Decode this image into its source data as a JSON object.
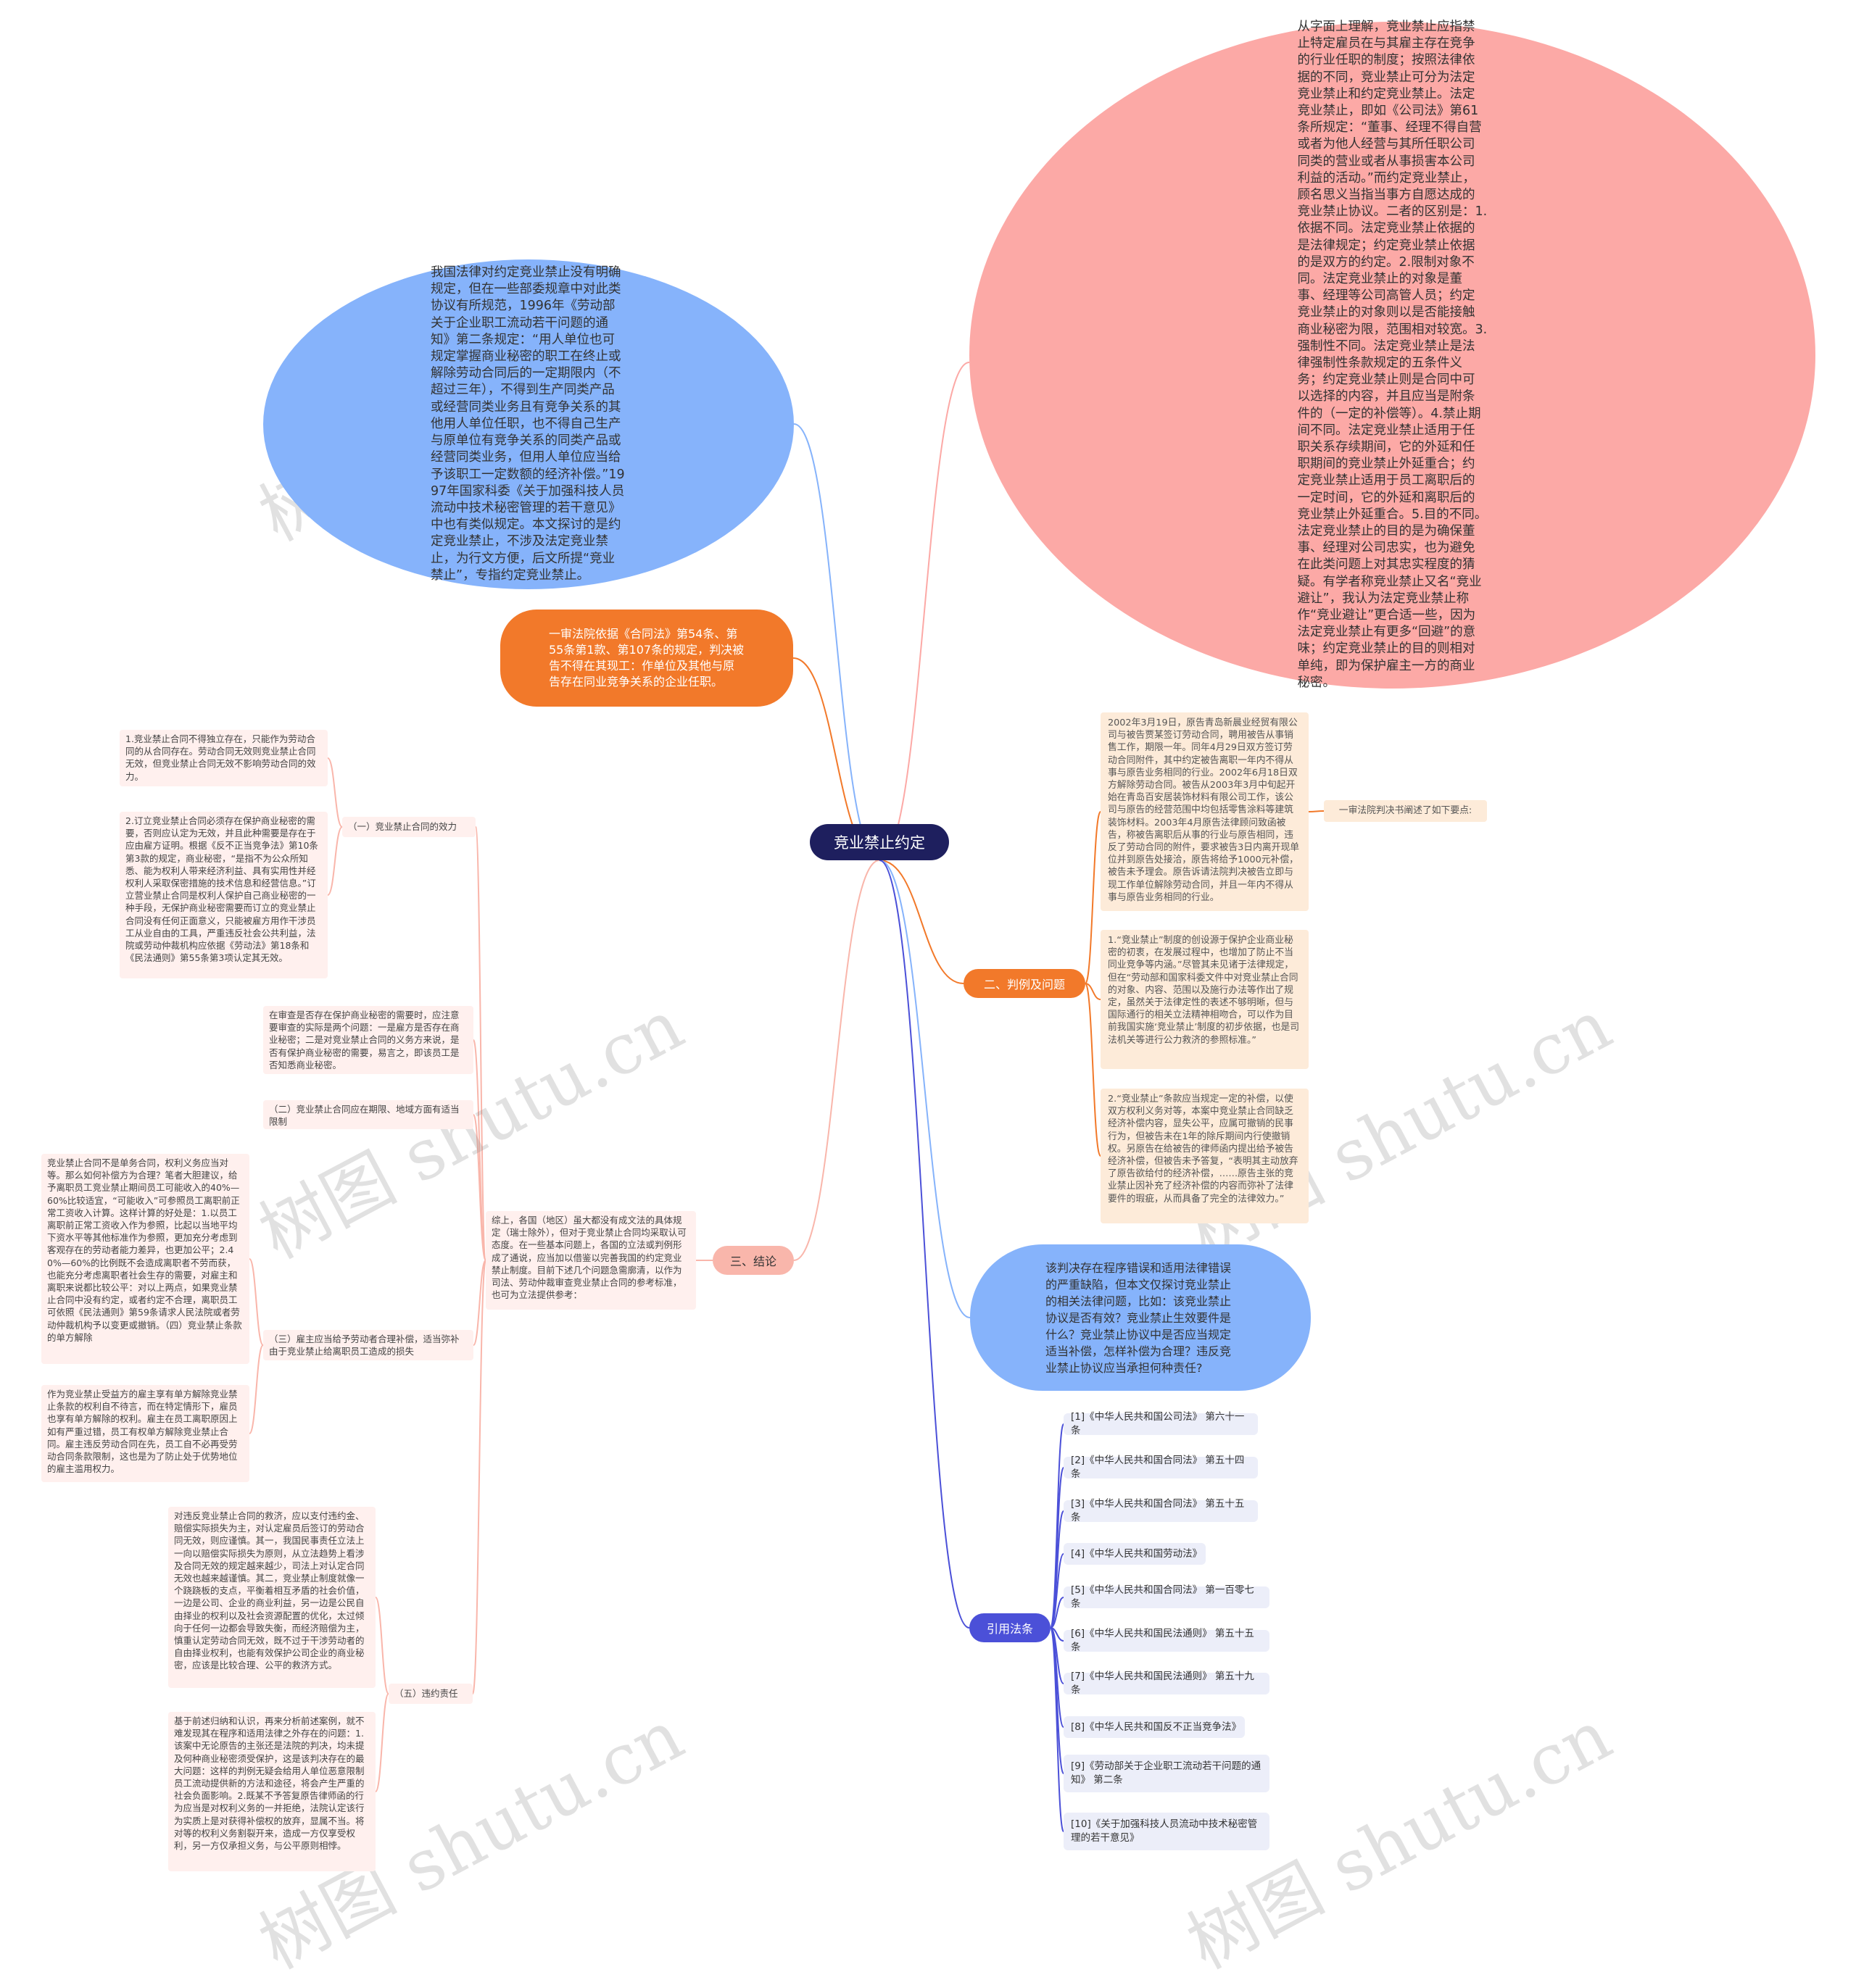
{
  "colors": {
    "root_bg": "#1e1f5e",
    "blue_ellipse": "#86b3fb",
    "pink_ellipse": "#fca9a6",
    "orange": "#f2792a",
    "salmon": "#f9b6ab",
    "indigo": "#4b50d8",
    "light_box": "#fff0ee",
    "light_orange_box": "#fdebd9",
    "ref_box": "#eceef9"
  },
  "root": {
    "label": "竞业禁止约定"
  },
  "top_left": {
    "text": "我国法律对约定竞业禁止没有明确规定，但在一些部委规章中对此类协议有所规范，1996年《劳动部关于企业职工流动若干问题的通知》第二条规定：“用人单位也可规定掌握商业秘密的职工在终止或解除劳动合同后的一定期限内（不超过三年），不得到生产同类产品或经营同类业务且有竞争关系的其他用人单位任职，也不得自己生产与原单位有竞争关系的同类产品或经营同类业务，但用人单位应当给予该职工一定数额的经济补偿。”1997年国家科委《关于加强科技人员流动中技术秘密管理的若干意见》中也有类似规定。本文探讨的是约定竞业禁止，不涉及法定竞业禁止，为行文方便，后文所提“竞业禁止”，专指约定竞业禁止。"
  },
  "top_right": {
    "text": "从字面上理解，竞业禁止应指禁止特定雇员在与其雇主存在竞争的行业任职的制度；按照法律依据的不同，竞业禁止可分为法定竞业禁止和约定竞业禁止。法定竞业禁止，即如《公司法》第61条所规定：“董事、经理不得自营或者为他人经营与其所任职公司同类的营业或者从事损害本公司利益的活动。”而约定竞业禁止，顾名思义当指当事方自愿达成的竞业禁止协议。二者的区别是：1.依据不同。法定竞业禁止依据的是法律规定；约定竞业禁止依据的是双方的约定。2.限制对象不同。法定竞业禁止的对象是董事、经理等公司高管人员；约定竞业禁止的对象则以是否能接触商业秘密为限，范围相对较宽。3.强制性不同。法定竞业禁止是法律强制性条款规定的五条件义务；约定竞业禁止则是合同中可以选择的内容，并且应当是附条件的（一定的补偿等）。4.禁止期间不同。法定竞业禁止适用于任职关系存续期间，它的外延和任职期间的竞业禁止外延重合；约定竞业禁止适用于员工离职后的一定时间，它的外延和离职后的竞业禁止外延重合。5.目的不同。法定竞业禁止的目的是为确保董事、经理对公司忠实，也为避免在此类问题上对其忠实程度的猜疑。有学者称竞业禁止又名“竞业避让”，我认为法定竞业禁止称作“竞业避让”更合适一些，因为法定竞业禁止有更多“回避”的意味；约定竞业禁止的目的则相对单纯，即为保护雇主一方的商业秘密。"
  },
  "orange_node": {
    "text": "一审法院依据《合同法》第54条、第55条第1款、第107条的规定，判决被告不得在其现工：作单位及其他与原告存在同业竞争关系的企业任职。"
  },
  "blue_bottom": {
    "text": "该判决存在程序错误和适用法律错误的严重缺陷，但本文仅探讨竞业禁止的相关法律问题，比如：该竞业禁止协议是否有效？竞业禁止生效要件是什么？竞业禁止协议中是否应当规定适当补偿，怎样补偿为合理？违反竞业禁止协议应当承担何种责任?"
  },
  "cases": {
    "label": "二、判例及问题",
    "case_text": "2002年3月19日，原告青岛新晨业经贸有限公司与被告贾某签订劳动合同，聘用被告从事销售工作，期限一年。同年4月29日双方签订劳动合同附件，其中约定被告离职一年内不得从事与原告业务相同的行业。2002年6月18日双方解除劳动合同。被告从2003年3月中旬起开始在青岛百安居装饰材料有限公司工作，该公司与原告的经营范围中均包括零售涂料等建筑装饰材料。2003年4月原告法律顾问致函被告，称被告离职后从事的行业与原告相同，违反了劳动合同的附件，要求被告3日内离开现单位并到原告处接洽，原告将给予1000元补偿，被告未予理会。原告诉请法院判决被告立即与现工作单位解除劳动合同，并且一年内不得从事与原告业务相同的行业。",
    "court_label": "一审法院判决书阐述了如下要点:",
    "point1": "1.“竞业禁止”制度的创设源于保护企业商业秘密的初衷，在发展过程中，也增加了防止不当同业竞争等内涵。”尽管其未见诸于法律规定，但在“劳动部和国家科委文件中对竞业禁止合同的对象、内容、范围以及施行办法等作出了规定，虽然关于法律定性的表述不够明晰，但与国际通行的相关立法精神相吻合，可以作为目前我国实施‘竞业禁止’制度的初步依据，也是司法机关等进行公力救济的参照标准。”",
    "point2": "2.“竞业禁止”条款应当规定一定的补偿，以使双方权利义务对等，本案中竞业禁止合同缺乏经济补偿内容，显失公平，应属可撤销的民事行为，但被告未在1年的除斥期间内行使撤销权。另原告在给被告的律师函内提出给予被告经济补偿，但被告未予答复，“表明其主动放弃了原告欲给付的经济补偿，……原告主张的竞业禁止因补充了经济补偿的内容而弥补了法律要件的瑕疵，从而具备了完全的法律效力。”"
  },
  "conclusion": {
    "label": "三、结论",
    "summary": "综上，各国（地区）虽大都没有成文法的具体规定（瑞士除外），但对于竞业禁止合同均采取认可态度。在一些基本问题上，各国的立法或判例形成了通说，应当加以借鉴以完善我国的约定竞业禁止制度。目前下述几个问题急需廓清，以作为司法、劳动仲裁审查竞业禁止合同的参考标准，也可为立法提供参考：",
    "sub1": {
      "label": "（一）竞业禁止合同的效力",
      "item1": "1.竞业禁止合同不得独立存在，只能作为劳动合同的从合同存在。劳动合同无效则竞业禁止合同无效，但竞业禁止合同无效不影响劳动合同的效力。",
      "item2": "2.订立竞业禁止合同必须存在保护商业秘密的需要，否则应认定为无效，并且此种需要是存在于应由雇方证明。根据《反不正当竞争法》第10条第3款的规定，商业秘密，“是指不为公众所知悉、能为权利人带来经济利益、具有实用性并经权利人采取保密措施的技术信息和经营信息。”订立营业禁止合同是权利人保护自己商业秘密的一种手段，无保护商业秘密需要而订立的竞业禁止合同没有任何正面意义，只能被雇方用作干涉员工从业自由的工具，严重违反社会公共利益，法院或劳动仲裁机构应依据《劳动法》第18条和《民法通则》第55条第3项认定其无效。"
    },
    "sub_mid": {
      "text": "在审查是否存在保护商业秘密的需要时，应注意要审查的实际是两个问题：一是雇方是否存在商业秘密；二是对竞业禁止合同的义务方来说，是否有保护商业秘密的需要，易言之，即该员工是否知悉商业秘密。"
    },
    "sub2": {
      "label": "（二）竞业禁止合同应在期限、地域方面有适当限制"
    },
    "sub3": {
      "label": "（三）雇主应当给予劳动者合理补偿，适当弥补由于竞业禁止给离职员工造成的损失",
      "item1": "竞业禁止合同不是单务合同，权利义务应当对等。那么如何补偿方为合理？笔者大胆建议，给予离职员工竞业禁止期间员工可能收入的40%—60%比较适宜，“可能收入”可参照员工离职前正常工资收入计算。这样计算的好处是：1.以员工离职前正常工资收入作为参照，比起以当地平均下资水平等其他标准作为参照，更加充分考虑到客观存在的劳动者能力差异，也更加公平；2.40%—60%的比例既不会造成离职者不劳而获，也能充分考虑离职者社会生存的需要，对雇主和离职来说都比较公平：对以上两点，如果竞业禁止合同中没有约定，或者约定不合理，离职员工可依照《民法通则》第59条请求人民法院或者劳动仲裁机构予以变更或撤销。（四）竞业禁止条款的单方解除",
      "item2": "作为竞业禁止受益方的雇主享有单方解除竞业禁止条款的权利自不待言，而在特定情形下，雇员也享有单方解除的权利。雇主在员工离职原因上如有严重过错，员工有权单方解除竞业禁止合同。雇主违反劳动合同在先，员工自不必再受劳动合同条款限制，这也是为了防止处于优势地位的雇主滥用权力。"
    },
    "sub5": {
      "label": "（五）违约责任",
      "item1": "对违反竞业禁止合同的救济，应以支付违约金、赔偿实际损失为主，对认定雇员后签订的劳动合同无效，则应谨慎。其一，我国民事责任立法上一向以赔偿实际损失为原则，从立法趋势上看涉及合同无效的规定越来越少，司法上对认定合同无效也越来越谨慎。其二，竞业禁止制度就像一个跷跷板的支点，平衡着相互矛盾的社会价值，一边是公司、企业的商业利益，另一边是公民自由择业的权利以及社会资源配置的优化，太过倾向于任何一边都会导致失衡，而经济赔偿为主，慎重认定劳动合同无效，既不过于干涉劳动者的自由择业权利，也能有效保护公司企业的商业秘密，应该是比较合理、公平的救济方式。",
      "item2": "基于前述归纳和认识，再来分析前述案例，就不难发现其在程序和适用法律之外存在的问题：1.该案中无论原告的主张还是法院的判决，均未提及何种商业秘密须受保护，这是该判决存在的最大问题：这样的判例无疑会给用人单位恶意限制员工流动提供新的方法和途径，将会产生严重的社会负面影响。2.既某不予答复原告律师函的行为应当是对权利义务的一并拒绝，法院认定该行为实质上是对获得补偿权的放弃，显属不当。将对等的权利义务割裂开来，造成一方仅享受权利，另一方仅承担义务，与公平原则相悖。"
    }
  },
  "refs": {
    "label": "引用法条",
    "items": [
      "[1]《中华人民共和国公司法》 第六十一条",
      "[2]《中华人民共和国合同法》 第五十四条",
      "[3]《中华人民共和国合同法》 第五十五条",
      "[4]《中华人民共和国劳动法》",
      "[5]《中华人民共和国合同法》 第一百零七条",
      "[6]《中华人民共和国民法通则》 第五十五条",
      "[7]《中华人民共和国民法通则》 第五十九条",
      "[8]《中华人民共和国反不正当竞争法》",
      "[9]《劳动部关于企业职工流动若干问题的通知》 第二条",
      "[10]《关于加强科技人员流动中技术秘密管理的若干意见》"
    ]
  },
  "watermark": "树图 shutu.cn"
}
